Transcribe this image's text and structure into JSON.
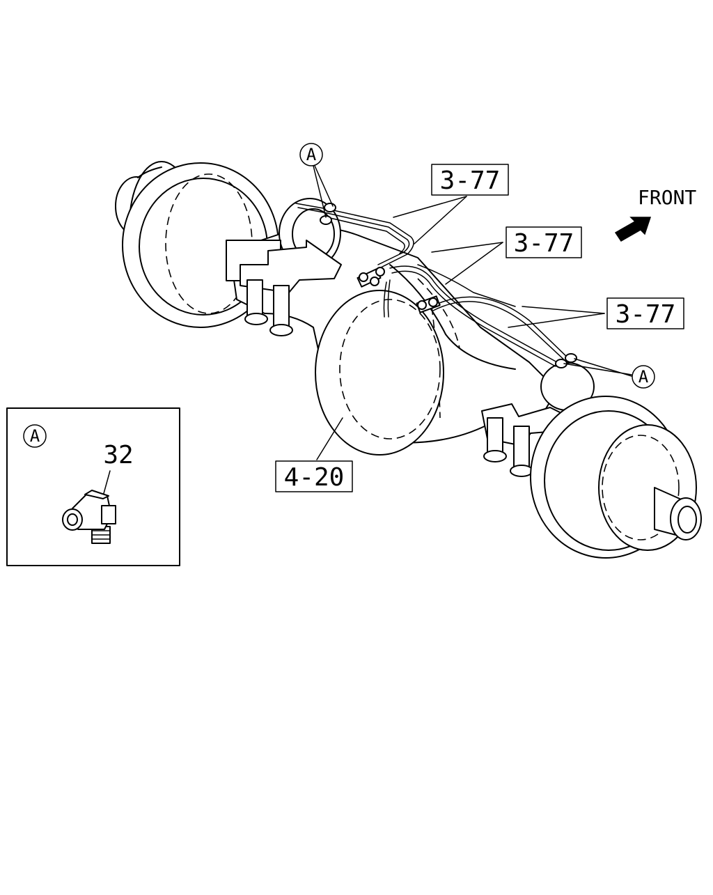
{
  "labels": {
    "front": "FRONT",
    "pipe_ref_1": "3-77",
    "pipe_ref_2": "3-77",
    "pipe_ref_3": "3-77",
    "axle_ref": "4-20",
    "detail_part": "32"
  },
  "markers": {
    "detail_a_top": "A",
    "detail_a_right": "A",
    "detail_a_inset": "A"
  },
  "icons": {
    "front_direction": "front-arrow-icon"
  },
  "colors": {
    "line": "#000000",
    "background": "#ffffff"
  }
}
